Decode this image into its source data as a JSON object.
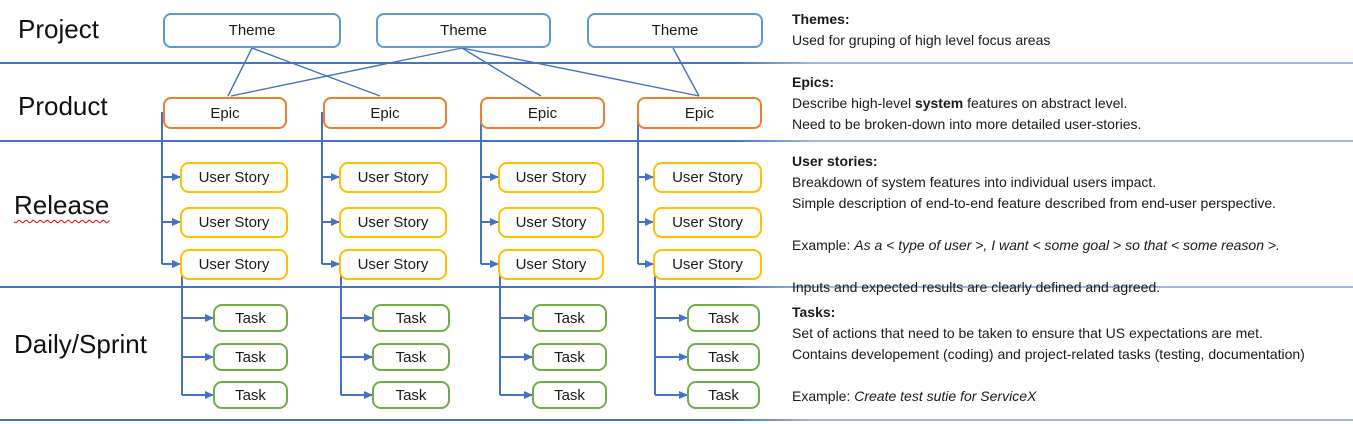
{
  "row_labels": [
    {
      "id": "project",
      "label": "Project"
    },
    {
      "id": "product",
      "label": "Product"
    },
    {
      "id": "release",
      "label": "Release"
    },
    {
      "id": "daily_sprint",
      "label": "Daily/Sprint"
    }
  ],
  "diagram": {
    "themes": [
      {
        "label": "Theme"
      },
      {
        "label": "Theme"
      },
      {
        "label": "Theme"
      }
    ],
    "columns": [
      {
        "epic": {
          "label": "Epic"
        },
        "user_stories": [
          {
            "label": "User Story"
          },
          {
            "label": "User Story"
          },
          {
            "label": "User Story"
          }
        ],
        "tasks": [
          {
            "label": "Task"
          },
          {
            "label": "Task"
          },
          {
            "label": "Task"
          }
        ]
      },
      {
        "epic": {
          "label": "Epic"
        },
        "user_stories": [
          {
            "label": "User Story"
          },
          {
            "label": "User Story"
          },
          {
            "label": "User Story"
          }
        ],
        "tasks": [
          {
            "label": "Task"
          },
          {
            "label": "Task"
          },
          {
            "label": "Task"
          }
        ]
      },
      {
        "epic": {
          "label": "Epic"
        },
        "user_stories": [
          {
            "label": "User Story"
          },
          {
            "label": "User Story"
          },
          {
            "label": "User Story"
          }
        ],
        "tasks": [
          {
            "label": "Task"
          },
          {
            "label": "Task"
          },
          {
            "label": "Task"
          }
        ]
      },
      {
        "epic": {
          "label": "Epic"
        },
        "user_stories": [
          {
            "label": "User Story"
          },
          {
            "label": "User Story"
          },
          {
            "label": "User Story"
          }
        ],
        "tasks": [
          {
            "label": "Task"
          },
          {
            "label": "Task"
          },
          {
            "label": "Task"
          }
        ]
      }
    ],
    "theme_epic_links": [
      "T1-E1",
      "T1-E2",
      "T2-E1",
      "T2-E3",
      "T2-E4",
      "T3-E4"
    ]
  },
  "annotations": {
    "themes": {
      "heading": "Themes:",
      "line1": "Used for gruping of high level focus areas"
    },
    "epics": {
      "heading": "Epics:",
      "line1_pre": "Describe high-level ",
      "line1_bold": "system",
      "line1_post": " features on abstract level.",
      "line2": "Need to be broken-down into more detailed user-stories."
    },
    "user_stories": {
      "heading": "User stories:",
      "line1": "Breakdown of system features into individual users impact.",
      "line2": "Simple description of end-to-end feature described from end-user perspective.",
      "example_label": "Example: ",
      "example_text": "As a < type of user >, I want < some goal > so that < some reason >.",
      "line3": "Inputs and expected results are clearly defined and agreed."
    },
    "tasks": {
      "heading": "Tasks:",
      "line1": "Set of actions that need to be taken to ensure that US expectations are met.",
      "line2": "Contains developement (coding) and project-related tasks (testing, documentation)",
      "example_label": "Example: ",
      "example_text": "Create test sutie for ServiceX"
    }
  },
  "colors": {
    "theme_border": "#5B9BD5",
    "epic_border": "#ED7D31",
    "user_story_border": "#FFC000",
    "task_border": "#70AD47",
    "connector": "#4472C4",
    "row_divider": "#4472C4",
    "release_underline": "#E00000"
  }
}
